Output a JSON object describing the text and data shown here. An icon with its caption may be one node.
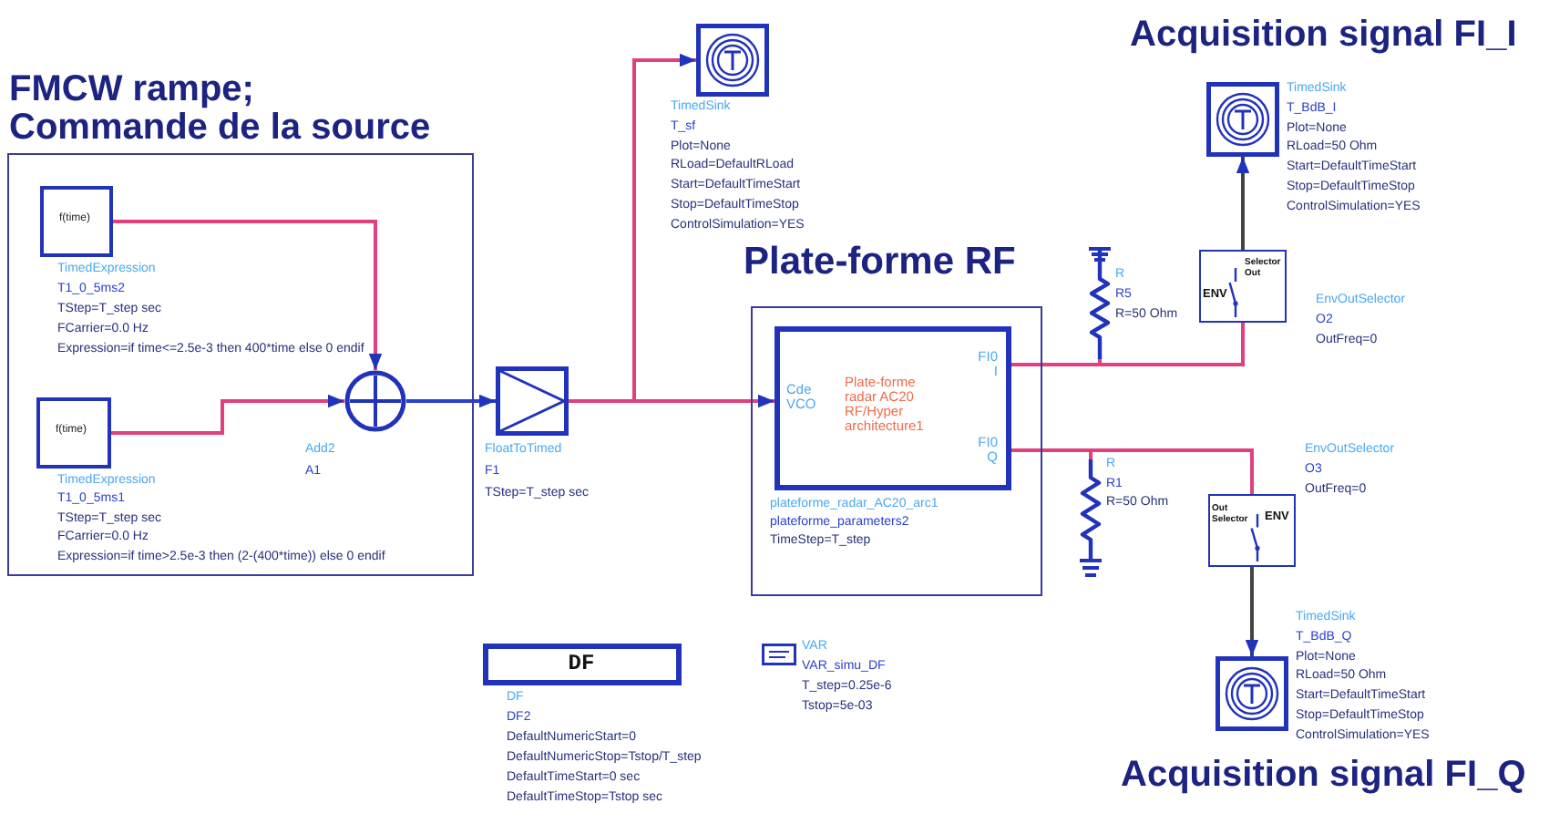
{
  "diagram": {
    "nodes": [
      {
        "text": [
          "FMCW rampe; Commande de la source"
        ]
      },
      {
        "text": [
          "f(time)"
        ],
        "in": 0,
        "beside": [
          "TimedExpression",
          "T1_0_5ms2",
          "TStep=T_step sec",
          "FCarrier=0.0 Hz",
          "Expression=if time<=2.5e-3 then 400*time else 0 endif"
        ]
      },
      {
        "text": [
          "f(time)"
        ],
        "in": 0,
        "beside": [
          "TimedExpression",
          "T1_0_5ms1",
          "TStep=T_step sec",
          "FCarrier=0.0 Hz",
          "Expression=if time>2.5e-3 then (2-(400*time)) else 0 endif"
        ]
      },
      {
        "text": [],
        "shape": "circle",
        "in": 0,
        "beside": [
          "Add2",
          "A1"
        ]
      },
      {
        "text": [],
        "shape": "box",
        "beside": [
          "FloatToTimed",
          "F1",
          "TStep=T_step sec"
        ]
      },
      {
        "text": [],
        "shape": "box",
        "beside": [
          "TimedSink",
          "T_sf",
          "Plot=None",
          "RLoad=DefaultRLoad",
          "Start=DefaultTimeStart",
          "Stop=DefaultTimeStop",
          "ControlSimulation=YES"
        ]
      },
      {
        "text": [
          "Plate-forme RF"
        ]
      },
      {
        "text": [
          "Plate-forme radar AC20 RF/Hyper architecture1",
          "Cde VCO",
          "FI0 I",
          "FI0 Q"
        ],
        "in": 6,
        "beside": [
          "plateforme_radar_AC20_arc1",
          "plateforme_parameters2",
          "TimeStep=T_step"
        ]
      },
      {
        "text": [],
        "shape": "resistor",
        "beside": [
          "R",
          "R5",
          "R=50 Ohm"
        ]
      },
      {
        "text": [
          "ENV",
          "Selector Out"
        ],
        "beside": [
          "EnvOutSelector",
          "O2",
          "OutFreq=0"
        ]
      },
      {
        "text": [],
        "shape": "box",
        "beside": [
          "TimedSink",
          "T_BdB_I",
          "Plot=None",
          "RLoad=50 Ohm",
          "Start=DefaultTimeStart",
          "Stop=DefaultTimeStop",
          "ControlSimulation=YES"
        ]
      },
      {
        "text": [],
        "shape": "resistor",
        "beside": [
          "R",
          "R1",
          "R=50 Ohm"
        ]
      },
      {
        "text": [
          "Out Selector",
          "ENV"
        ],
        "beside": [
          "EnvOutSelector",
          "O3",
          "OutFreq=0"
        ]
      },
      {
        "text": [],
        "shape": "box",
        "beside": [
          "TimedSink",
          "T_BdB_Q",
          "Plot=None",
          "RLoad=50 Ohm",
          "Start=DefaultTimeStart",
          "Stop=DefaultTimeStop",
          "ControlSimulation=YES"
        ]
      },
      {
        "text": [
          "DF"
        ],
        "beside": [
          "DF",
          "DF2",
          "DefaultNumericStart=0",
          "DefaultNumericStop=Tstop/T_step",
          "DefaultTimeStart=0 sec",
          "DefaultTimeStop=Tstop sec"
        ]
      },
      {
        "text": [],
        "shape": "box",
        "beside": [
          "VAR",
          "VAR_simu_DF",
          "T_step=0.25e-6",
          "Tstop=5e-03"
        ]
      }
    ],
    "edges": [
      {
        "from": 1,
        "to": 3,
        "arrow": "to"
      },
      {
        "from": 2,
        "to": 3,
        "arrow": "to"
      },
      {
        "from": 3,
        "to": 4,
        "arrow": "to",
        "color": "#2a3fd0"
      },
      {
        "from": 4,
        "to": 5,
        "arrow": "to"
      },
      {
        "from": 4,
        "to": 7,
        "arrow": "to"
      },
      {
        "from": 7,
        "to": 8,
        "arrow": "none"
      },
      {
        "from": 7,
        "to": 9,
        "arrow": "none"
      },
      {
        "from": 9,
        "to": 10,
        "arrow": "to",
        "color": "#444444"
      },
      {
        "from": 7,
        "to": 11,
        "arrow": "none"
      },
      {
        "from": 7,
        "to": 12,
        "arrow": "none"
      },
      {
        "from": 12,
        "to": 13,
        "arrow": "to",
        "color": "#444444"
      }
    ],
    "labels": [
      "Acquisition signal FI_I",
      "Acquisition signal FI_Q"
    ]
  }
}
